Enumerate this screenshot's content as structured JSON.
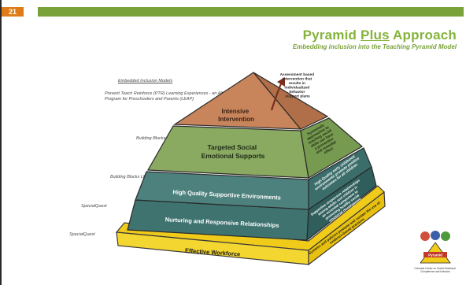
{
  "slide": {
    "number": "21"
  },
  "title": {
    "main": "Pyramid",
    "plus": "Plus",
    "rest": "Approach"
  },
  "subtitle": "Embedding inclusion into the Teaching Pyramid Model",
  "left_notes": {
    "models_heading": "Embedded Inclusion Models",
    "ptr": "Prevent Teach Reinforce (PTR) Learning Experiences - an Alternative Program for Preschoolers and Parents (LEAP)",
    "bb1": "Building Blocks LEAP",
    "bb2": "Building Blocks LEAP",
    "sq1": "SpecialQuest",
    "sq2": "SpecialQuest"
  },
  "tiers": {
    "intensive": [
      "Intensive",
      "Intervention"
    ],
    "targeted": [
      "Targeted Social",
      "Emotional Supports"
    ],
    "environments": "High Quality Supportive Environments",
    "relationships": "Nurturing and Responsive Relationships",
    "workforce": "Effective Workforce"
  },
  "side_notes": {
    "top": [
      "Assessment based",
      "intervention that",
      "results in",
      "individualized",
      "behavior",
      "support plans"
    ],
    "targeted": [
      "Systematic",
      "approaches to",
      "teaching social",
      "skills can have",
      "a preventive",
      "and remedial",
      "effect"
    ],
    "environments": [
      "High Quality early childhood",
      "environments promote positive",
      "outcomes for all children"
    ],
    "relationships": [
      "Supportive responsive relationships",
      "among adults and children is",
      "an essential component to",
      "promoting healthy social",
      "emotional development"
    ],
    "workforce": [
      "Systems and policies promote and sustain the use of",
      "evidence-based practices"
    ]
  },
  "logo": {
    "ribbon": "Pyramid",
    "caption": [
      "Colorado Center on Social Emotional",
      "Competence and Inclusion"
    ]
  },
  "colors": {
    "accent_orange": "#e07c17",
    "title_green": "#85b33c",
    "tier_top": "#c5825a",
    "tier_green": "#88a860",
    "tier_teal": "#3e7370",
    "workforce_yellow": "#f2d21f"
  }
}
